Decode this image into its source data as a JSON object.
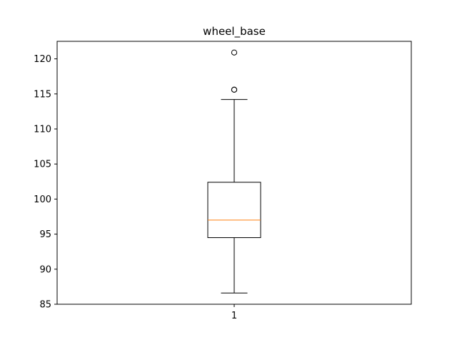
{
  "chart_data": {
    "type": "box",
    "title": "wheel_base",
    "xlabel": "",
    "ylabel": "",
    "categories": [
      "1"
    ],
    "ylim": [
      85,
      122.5
    ],
    "yticks": [
      85,
      90,
      95,
      100,
      105,
      110,
      115,
      120
    ],
    "grid": false,
    "legend": "none",
    "series": [
      {
        "whisker_low": 86.6,
        "q1": 94.5,
        "median": 97.0,
        "q3": 102.4,
        "whisker_high": 114.2,
        "outliers": [
          115.6,
          115.6,
          120.9
        ]
      }
    ],
    "colors": {
      "box": "#000000",
      "median": "#ff7f0e",
      "outlier_edge": "#000000",
      "background": "#ffffff"
    }
  }
}
